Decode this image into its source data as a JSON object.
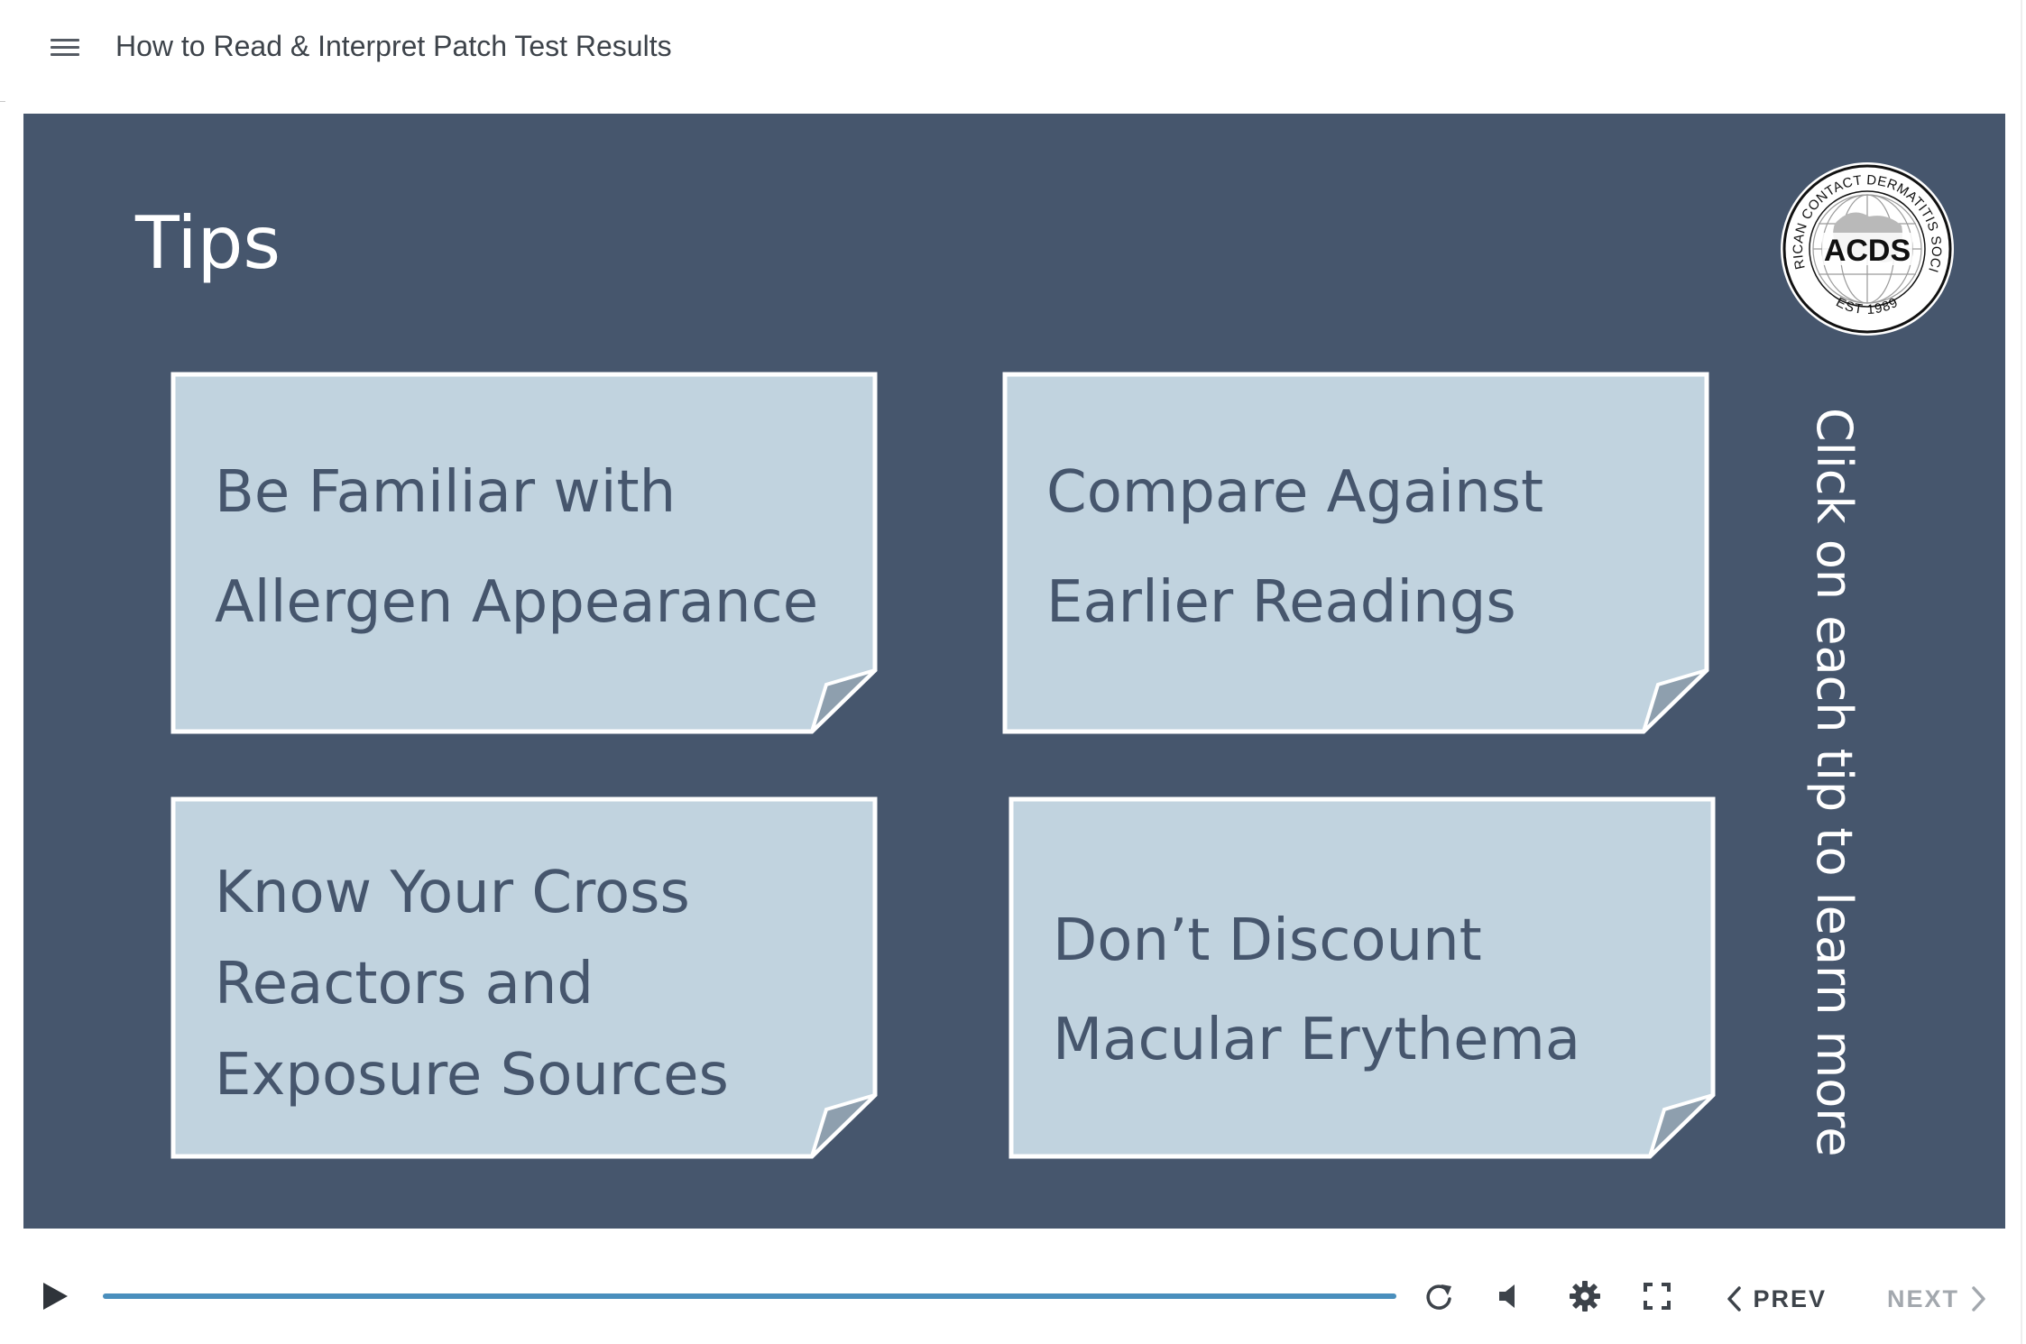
{
  "header": {
    "menu_icon": "hamburger-menu-icon",
    "course_title": "How to Read & Interpret Patch Test Results"
  },
  "slide": {
    "title": "Tips",
    "logo": {
      "arc_text": "AMERICAN CONTACT DERMATITIS SOCIETY",
      "center_text": "ACDS",
      "est_text": "EST 1989"
    },
    "hint": "Click on each tip to learn more",
    "cards": [
      {
        "lines": [
          "Be Familiar with",
          "Allergen Appearance"
        ]
      },
      {
        "lines": [
          "Compare Against",
          "Earlier Readings"
        ]
      },
      {
        "lines": [
          "Know Your Cross",
          "Reactors and",
          "Exposure Sources"
        ]
      },
      {
        "lines": [
          "Don’t Discount",
          "Macular Erythema"
        ]
      }
    ]
  },
  "player": {
    "progress_percent": 100,
    "prev_label": "PREV",
    "next_label": "NEXT",
    "icons": [
      "play-icon",
      "replay-icon",
      "volume-icon",
      "settings-icon",
      "fullscreen-icon"
    ]
  },
  "colors": {
    "slide_bg": "#46566d",
    "card_bg": "#c1d3df",
    "card_text": "#46566d",
    "progress": "#4a8fbd"
  }
}
